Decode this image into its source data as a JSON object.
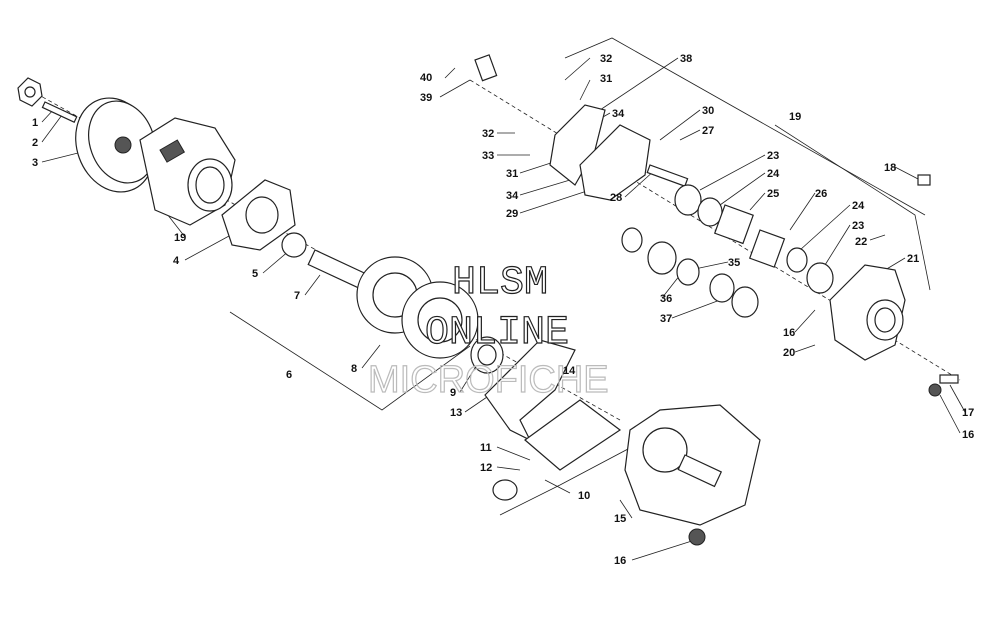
{
  "diagram": {
    "watermark": {
      "line1": "HLSM",
      "line2": "ONLINE",
      "line3": "MICROFICHE"
    },
    "callouts": [
      {
        "id": "c1",
        "text": "1"
      },
      {
        "id": "c2",
        "text": "2"
      },
      {
        "id": "c3",
        "text": "3"
      },
      {
        "id": "c4",
        "text": "4"
      },
      {
        "id": "c5",
        "text": "5"
      },
      {
        "id": "c6",
        "text": "6"
      },
      {
        "id": "c7",
        "text": "7"
      },
      {
        "id": "c8",
        "text": "8"
      },
      {
        "id": "c9",
        "text": "9"
      },
      {
        "id": "c10",
        "text": "10"
      },
      {
        "id": "c11",
        "text": "11"
      },
      {
        "id": "c12",
        "text": "12"
      },
      {
        "id": "c13",
        "text": "13"
      },
      {
        "id": "c14",
        "text": "14"
      },
      {
        "id": "c15",
        "text": "15"
      },
      {
        "id": "c16a",
        "text": "16"
      },
      {
        "id": "c16b",
        "text": "16"
      },
      {
        "id": "c16c",
        "text": "16"
      },
      {
        "id": "c17",
        "text": "17"
      },
      {
        "id": "c18",
        "text": "18"
      },
      {
        "id": "c19a",
        "text": "19"
      },
      {
        "id": "c19b",
        "text": "19"
      },
      {
        "id": "c20",
        "text": "20"
      },
      {
        "id": "c21",
        "text": "21"
      },
      {
        "id": "c22",
        "text": "22"
      },
      {
        "id": "c23a",
        "text": "23"
      },
      {
        "id": "c23b",
        "text": "23"
      },
      {
        "id": "c24a",
        "text": "24"
      },
      {
        "id": "c24b",
        "text": "24"
      },
      {
        "id": "c25",
        "text": "25"
      },
      {
        "id": "c26",
        "text": "26"
      },
      {
        "id": "c27",
        "text": "27"
      },
      {
        "id": "c28",
        "text": "28"
      },
      {
        "id": "c29",
        "text": "29"
      },
      {
        "id": "c30",
        "text": "30"
      },
      {
        "id": "c31a",
        "text": "31"
      },
      {
        "id": "c31b",
        "text": "31"
      },
      {
        "id": "c32a",
        "text": "32"
      },
      {
        "id": "c32b",
        "text": "32"
      },
      {
        "id": "c33",
        "text": "33"
      },
      {
        "id": "c34a",
        "text": "34"
      },
      {
        "id": "c34b",
        "text": "34"
      },
      {
        "id": "c35",
        "text": "35"
      },
      {
        "id": "c36",
        "text": "36"
      },
      {
        "id": "c37",
        "text": "37"
      },
      {
        "id": "c38",
        "text": "38"
      },
      {
        "id": "c39",
        "text": "39"
      },
      {
        "id": "c40",
        "text": "40"
      }
    ]
  }
}
